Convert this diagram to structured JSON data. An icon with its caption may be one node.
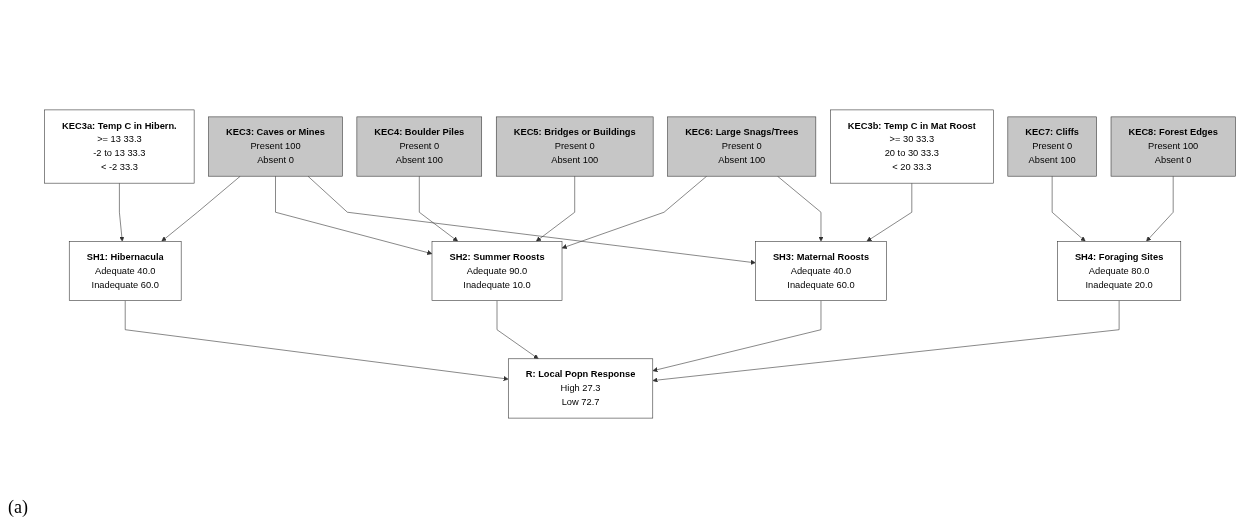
{
  "diagram": {
    "nodes": [
      {
        "text": [
          "KEC3: Caves or Mines",
          "Present 100",
          "Absent 0"
        ]
      },
      {
        "text": [
          "KEC5: Bridges or Buildings",
          "Present 0",
          "Absent 100"
        ]
      },
      {
        "text": [
          "KEC3b: Temp C in Mat Roost",
          ">= 30 33.3",
          "20 to 30 33.3",
          "< 20 33.3"
        ]
      },
      {
        "text": [
          "KEC8: Forest Edges",
          "Present 100",
          "Absent 0"
        ]
      },
      {
        "text": [
          "KEC3a: Temp C in Hibern.",
          ">= 13 33.3",
          "-2 to 13 33.3",
          "< -2 33.3"
        ]
      },
      {
        "text": [
          "KEC4: Boulder Piles",
          "Present 0",
          "Absent 100"
        ]
      },
      {
        "text": [
          "KEC6: Large Snags/Trees",
          "Present 0",
          "Absent 100"
        ]
      },
      {
        "text": [
          "KEC7: Cliffs",
          "Present 0",
          "Absent 100"
        ]
      },
      {
        "text": [
          "SH1: Hibernacula",
          "Adequate 40.0",
          "Inadequate 60.0"
        ]
      },
      {
        "text": [
          "SH2: Summer Roosts",
          "Adequate 90.0",
          "Inadequate 10.0"
        ]
      },
      {
        "text": [
          "SH3: Maternal Roosts",
          "Adequate 40.0",
          "Inadequate 60.0"
        ]
      },
      {
        "text": [
          "SH4: Foraging Sites",
          "Adequate 80.0",
          "Inadequate 20.0"
        ]
      },
      {
        "text": [
          "R: Local Popn Response",
          "High 27.3",
          "Low 72.7"
        ]
      }
    ],
    "edges": [
      {
        "from": 0,
        "to": 8,
        "arrow": "to"
      },
      {
        "from": 4,
        "to": 8,
        "arrow": "to"
      },
      {
        "from": 0,
        "to": 9,
        "arrow": "to"
      },
      {
        "from": 5,
        "to": 9,
        "arrow": "to"
      },
      {
        "from": 1,
        "to": 9,
        "arrow": "to"
      },
      {
        "from": 6,
        "to": 9,
        "arrow": "to"
      },
      {
        "from": 0,
        "to": 10,
        "arrow": "to"
      },
      {
        "from": 6,
        "to": 10,
        "arrow": "to"
      },
      {
        "from": 2,
        "to": 10,
        "arrow": "to"
      },
      {
        "from": 7,
        "to": 11,
        "arrow": "to"
      },
      {
        "from": 3,
        "to": 11,
        "arrow": "to"
      },
      {
        "from": 8,
        "to": 12,
        "arrow": "to"
      },
      {
        "from": 9,
        "to": 12,
        "arrow": "to"
      },
      {
        "from": 10,
        "to": 12,
        "arrow": "to"
      },
      {
        "from": 11,
        "to": 12,
        "arrow": "to"
      }
    ],
    "labels": [
      "(a)"
    ]
  }
}
